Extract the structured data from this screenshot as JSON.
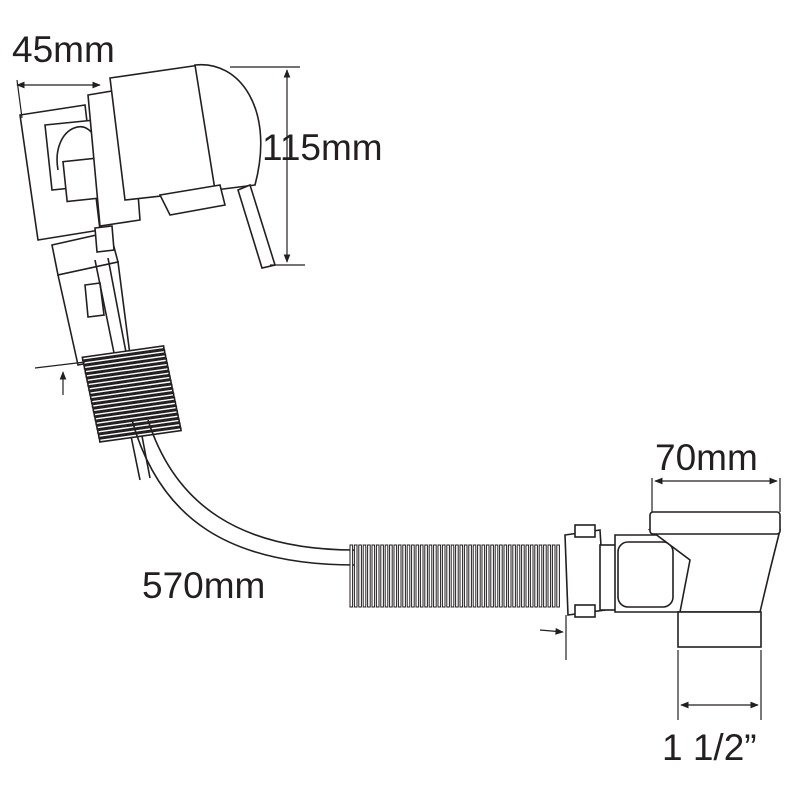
{
  "dimensions": {
    "overflow_depth": "45mm",
    "overflow_height": "115mm",
    "hose_length": "570mm",
    "waste_diameter": "70mm",
    "outlet_size": "1 1/2”"
  },
  "colors": {
    "line": "#231f20",
    "background": "#ffffff"
  }
}
